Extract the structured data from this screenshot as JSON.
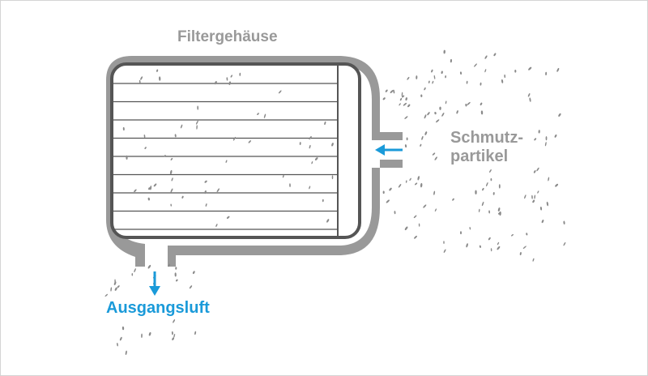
{
  "diagram": {
    "title": "Filtergehäuse",
    "inlet_label_line1": "Schmutz-",
    "inlet_label_line2": "partikel",
    "outlet_label": "Ausgangsluft",
    "colors": {
      "housing": "#999999",
      "filter_frame": "#555555",
      "filter_fill": "#ffffff",
      "particles": "#8a8a8a",
      "flow_arrow": "#1a9ad9",
      "border": "#d4d4d4"
    },
    "icons": {
      "inlet_arrow": "arrow-left-icon",
      "outlet_arrow": "arrow-down-icon"
    }
  }
}
